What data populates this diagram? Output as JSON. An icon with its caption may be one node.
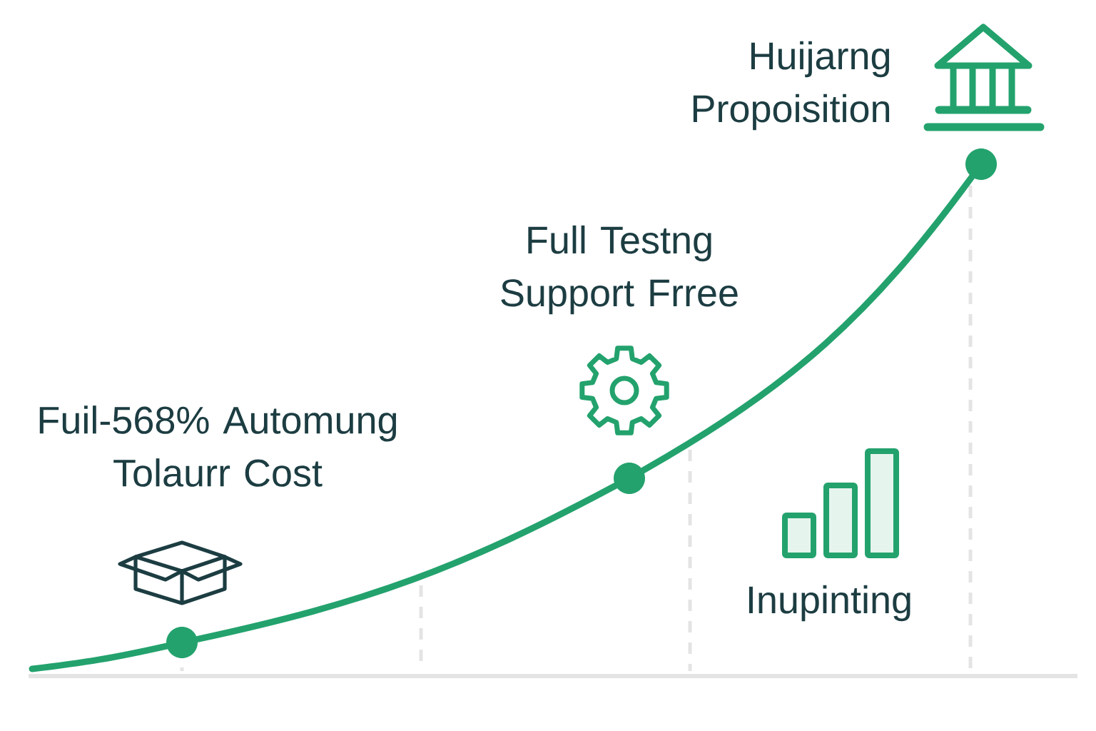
{
  "diagram": {
    "nodes": [
      {
        "text": [],
        "shape": "circle",
        "beside": [
          "Fuil-568% Automung Tolaurr Cost"
        ]
      },
      {
        "text": [],
        "shape": "circle",
        "beside": [
          "Full Testng Support Frree"
        ]
      },
      {
        "text": [],
        "shape": "circle",
        "beside": [
          "Huijarng Propoisition"
        ]
      }
    ],
    "edges": [
      {
        "from": null,
        "to": 0,
        "arrow": "none"
      },
      {
        "from": 0,
        "to": 1,
        "arrow": "none"
      },
      {
        "from": 1,
        "to": 2,
        "arrow": "none"
      }
    ],
    "labels": [
      "Inupinting"
    ]
  }
}
